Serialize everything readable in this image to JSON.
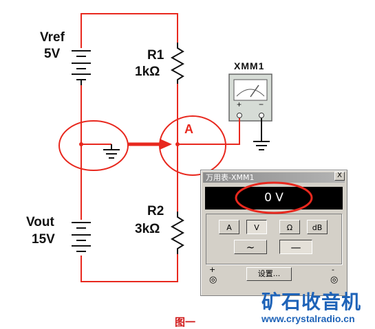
{
  "circuit": {
    "vref_name": "Vref",
    "vref_value": "5V",
    "vout_name": "Vout",
    "vout_value": "15V",
    "r1_name": "R1",
    "r1_value": "1kΩ",
    "r2_name": "R2",
    "r2_value": "3kΩ",
    "node_label": "A",
    "meter_name": "XMM1",
    "meter_plus": "+",
    "meter_minus": "−"
  },
  "multimeter": {
    "title": "万用表-XMM1",
    "close_label": "X",
    "reading": "0 V",
    "mode_buttons": [
      "A",
      "V",
      "Ω",
      "dB"
    ],
    "selected_mode": "V",
    "coupling_buttons": [
      "~",
      "—"
    ],
    "selected_coupling": "—",
    "settings_label": "设置...",
    "terminal_plus": "+",
    "terminal_minus": "-"
  },
  "figure_caption": "图一",
  "watermark": {
    "name": "矿石收音机",
    "url": "www.crystalradio.cn"
  },
  "colors": {
    "wire": "#e8281e",
    "annotation": "#e8281e",
    "watermark": "#1e63b8"
  }
}
